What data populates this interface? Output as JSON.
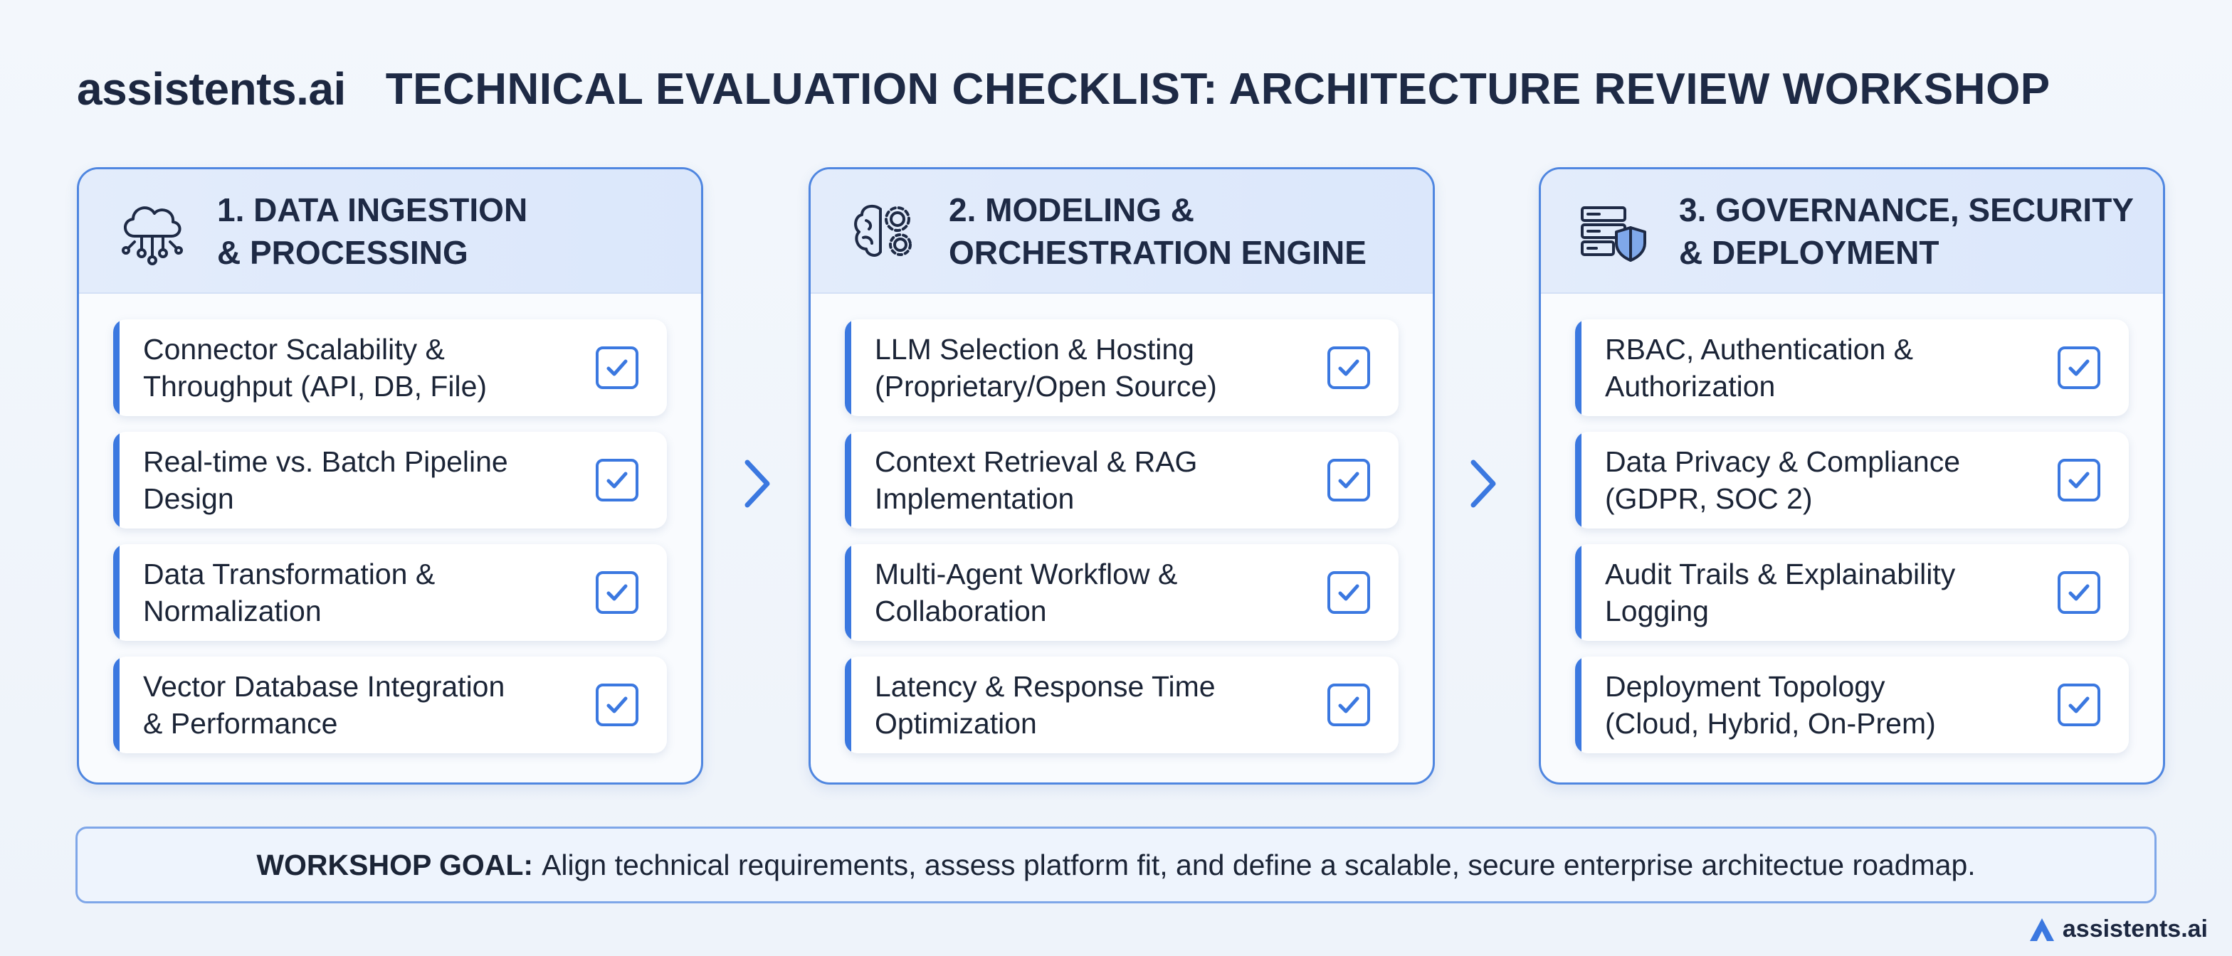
{
  "header": {
    "brand": "assistents.ai",
    "title": "TECHNICAL EVALUATION CHECKLIST: ARCHITECTURE REVIEW WORKSHOP"
  },
  "cards": [
    {
      "icon": "cloud-circuit-icon",
      "title_line1": "1. DATA INGESTION",
      "title_line2": "& PROCESSING",
      "items": [
        {
          "line1": "Connector Scalability &",
          "line2": "Throughput (API, DB, File)"
        },
        {
          "line1": "Real-time vs. Batch Pipeline",
          "line2": "Design"
        },
        {
          "line1": "Data Transformation &",
          "line2": "Normalization"
        },
        {
          "line1": "Vector Database Integration",
          "line2": "& Performance"
        }
      ]
    },
    {
      "icon": "brain-gears-icon",
      "title_line1": "2. MODELING &",
      "title_line2": "ORCHESTRATION ENGINE",
      "items": [
        {
          "line1": "LLM Selection & Hosting",
          "line2": "(Proprietary/Open Source)"
        },
        {
          "line1": "Context Retrieval & RAG",
          "line2": "Implementation"
        },
        {
          "line1": "Multi-Agent Workflow &",
          "line2": "Collaboration"
        },
        {
          "line1": "Latency & Response Time",
          "line2": "Optimization"
        }
      ]
    },
    {
      "icon": "server-shield-icon",
      "title_line1": "3. GOVERNANCE, SECURITY",
      "title_line2": "& DEPLOYMENT",
      "items": [
        {
          "line1": "RBAC, Authentication &",
          "line2": "Authorization"
        },
        {
          "line1": "Data Privacy & Compliance",
          "line2": "(GDPR, SOC 2)"
        },
        {
          "line1": "Audit Trails & Explainability",
          "line2": "Logging"
        },
        {
          "line1": "Deployment Topology",
          "line2": "(Cloud, Hybrid, On-Prem)"
        }
      ]
    }
  ],
  "goal": {
    "label": "WORKSHOP GOAL:",
    "text": "Align technical requirements, assess platform fit, and define a scalable, secure enterprise architectue roadmap."
  },
  "footer": {
    "brand": "assistents.ai"
  },
  "colors": {
    "accent": "#3b78e0",
    "card_border": "#4f86e0",
    "header_bg": "#dbe7fb"
  }
}
